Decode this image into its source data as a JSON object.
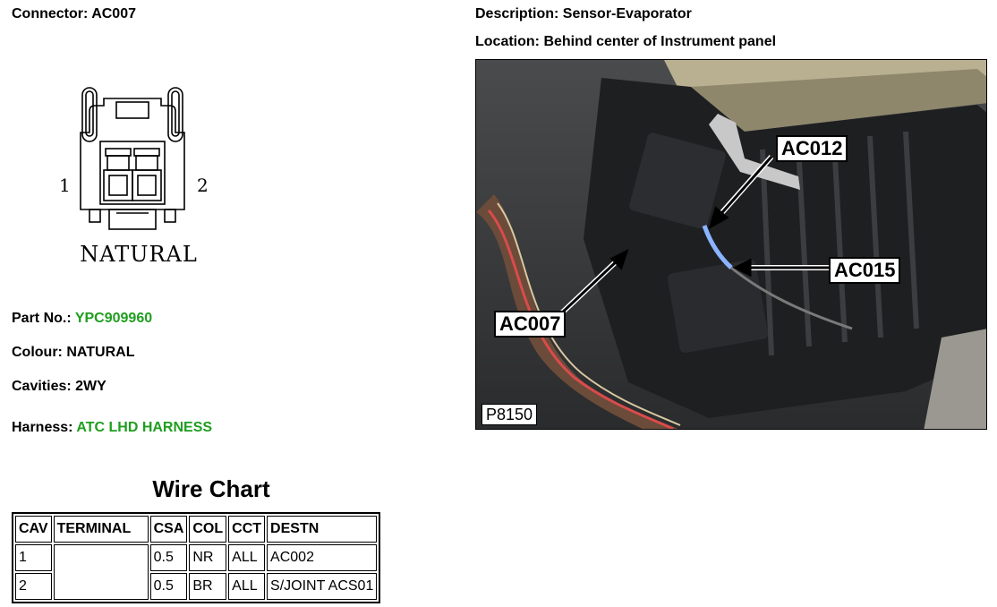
{
  "connector": {
    "label": "Connector:",
    "value": "AC007"
  },
  "description": {
    "label": "Description:",
    "value": "Sensor-Evaporator"
  },
  "location": {
    "label": "Location:",
    "value": "Behind center of Instrument panel"
  },
  "diagram": {
    "pin_left": "1",
    "pin_right": "2",
    "caption": "NATURAL"
  },
  "part_no": {
    "label": "Part No.:",
    "value": "YPC909960"
  },
  "colour": {
    "label": "Colour:",
    "value": "NATURAL"
  },
  "cavities": {
    "label": "Cavities:",
    "value": "2WY"
  },
  "harness": {
    "label": "Harness:",
    "value": "ATC LHD HARNESS"
  },
  "photo": {
    "callouts": {
      "ac012": "AC012",
      "ac015": "AC015",
      "ac007": "AC007"
    },
    "id": "P8150"
  },
  "wire_chart": {
    "title": "Wire Chart",
    "headers": [
      "CAV",
      "TERMINAL",
      "CSA",
      "COL",
      "CCT",
      "DESTN"
    ],
    "rows": [
      {
        "cav": "1",
        "terminal": "",
        "csa": "0.5",
        "col": "NR",
        "cct": "ALL",
        "destn": "AC002"
      },
      {
        "cav": "2",
        "terminal": "",
        "csa": "0.5",
        "col": "BR",
        "cct": "ALL",
        "destn": "S/JOINT ACS01"
      }
    ]
  },
  "colors": {
    "link_green": "#1f9e1f"
  }
}
